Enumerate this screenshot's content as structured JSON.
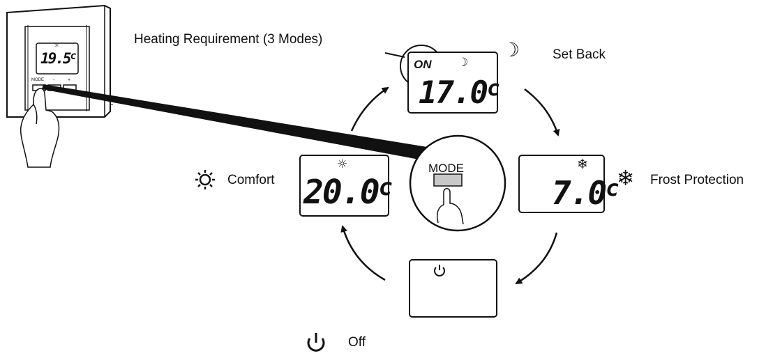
{
  "title": "Heating Requirement (3 Modes)",
  "modes": {
    "setback": {
      "label": "Set Back",
      "temperature": "17.0",
      "unit": "c",
      "on_text": "ON",
      "icon": "moon-icon"
    },
    "frost": {
      "label": "Frost Protection",
      "temperature": "7.0",
      "unit": "c",
      "icon": "snowflake-icon"
    },
    "off": {
      "label": "Off",
      "icon": "power-icon"
    },
    "comfort": {
      "label": "Comfort",
      "temperature": "20.0",
      "unit": "c",
      "icon": "sun-icon"
    }
  },
  "mode_button": {
    "label": "MODE"
  },
  "device": {
    "display_temperature": "19.5",
    "unit": "c",
    "button_labels": [
      "MODE",
      "-",
      "+"
    ]
  },
  "colors": {
    "line": "#111111",
    "background": "#ffffff",
    "button_fill": "#c8c8c8"
  }
}
